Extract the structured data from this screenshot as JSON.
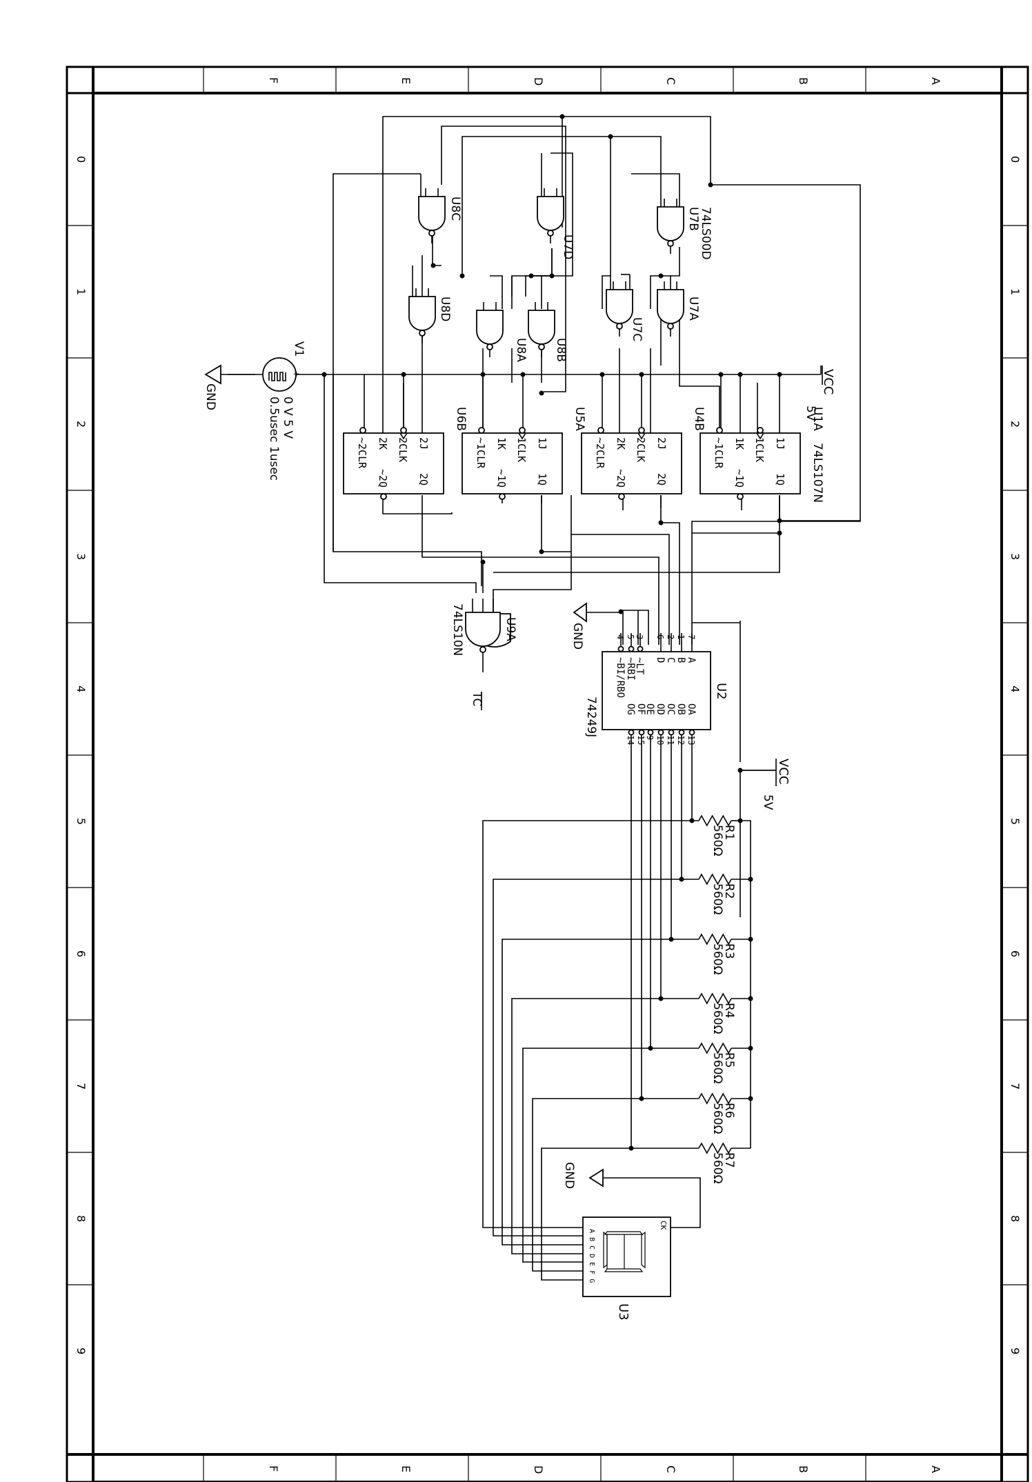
{
  "border": {
    "rows": [
      "0",
      "1",
      "2",
      "3",
      "4",
      "5",
      "6",
      "7",
      "8",
      "9"
    ],
    "cols": [
      "F",
      "E",
      "D",
      "C",
      "B",
      "A"
    ]
  },
  "power": {
    "vcc_top_label": "VCC",
    "vcc_top_value": "5V",
    "vcc_bottom_label": "VCC",
    "vcc_bottom_value": "5V",
    "gnd_source_label": "GND",
    "gnd_decoder_label": "GND",
    "gnd_display_label": "GND"
  },
  "source": {
    "ref": "V1",
    "line1": "0 V 5 V",
    "line2": "0.5usec 1usec",
    "plus": "+"
  },
  "flipflops": [
    {
      "ref": "U1A",
      "type": "74LS107N",
      "pins": [
        "1J",
        "1Q",
        "1CLK",
        "1K",
        "~1Q",
        "~1CLR"
      ]
    },
    {
      "ref": "U4B",
      "type": "",
      "pins": [
        "2J",
        "2Q",
        "2CLK",
        "2K",
        "~2Q",
        "~2CLR"
      ]
    },
    {
      "ref": "U5A",
      "type": "",
      "pins": [
        "1J",
        "1Q",
        "1CLK",
        "1K",
        "~1Q",
        "~1CLR"
      ]
    },
    {
      "ref": "U6B",
      "type": "",
      "pins": [
        "2J",
        "2Q",
        "2CLK",
        "2K",
        "~2Q",
        "~2CLR"
      ]
    }
  ],
  "nand_gates": [
    {
      "ref": "U7B",
      "type": "74LS00D"
    },
    {
      "ref": "U7A",
      "type": ""
    },
    {
      "ref": "U7C",
      "type": ""
    },
    {
      "ref": "U7D",
      "type": ""
    },
    {
      "ref": "U8B",
      "type": ""
    },
    {
      "ref": "U8A",
      "type": ""
    },
    {
      "ref": "U8C",
      "type": ""
    },
    {
      "ref": "U8D",
      "type": ""
    }
  ],
  "tc_gate": {
    "ref": "U9A",
    "type": "74LS10N",
    "output": "TC"
  },
  "decoder": {
    "ref": "U2",
    "type": "74249J",
    "inputs": [
      "A",
      "B",
      "C",
      "D",
      "~LT",
      "~RBI",
      "~BI/RBO"
    ],
    "input_pins": [
      "7",
      "1",
      "2",
      "6",
      "3",
      "5",
      "4"
    ],
    "outputs": [
      "OA",
      "OB",
      "OC",
      "OD",
      "OE",
      "OF",
      "OG"
    ],
    "output_pins": [
      "13",
      "12",
      "11",
      "10",
      "9",
      "15",
      "14"
    ]
  },
  "resistors": [
    {
      "ref": "R1",
      "value": "560Ω"
    },
    {
      "ref": "R2",
      "value": "560Ω"
    },
    {
      "ref": "R3",
      "value": "560Ω"
    },
    {
      "ref": "R4",
      "value": "560Ω"
    },
    {
      "ref": "R5",
      "value": "560Ω"
    },
    {
      "ref": "R6",
      "value": "560Ω"
    },
    {
      "ref": "R7",
      "value": "560Ω"
    }
  ],
  "display": {
    "ref": "U3",
    "segments": "A B C D E F G",
    "ck": "CK"
  }
}
